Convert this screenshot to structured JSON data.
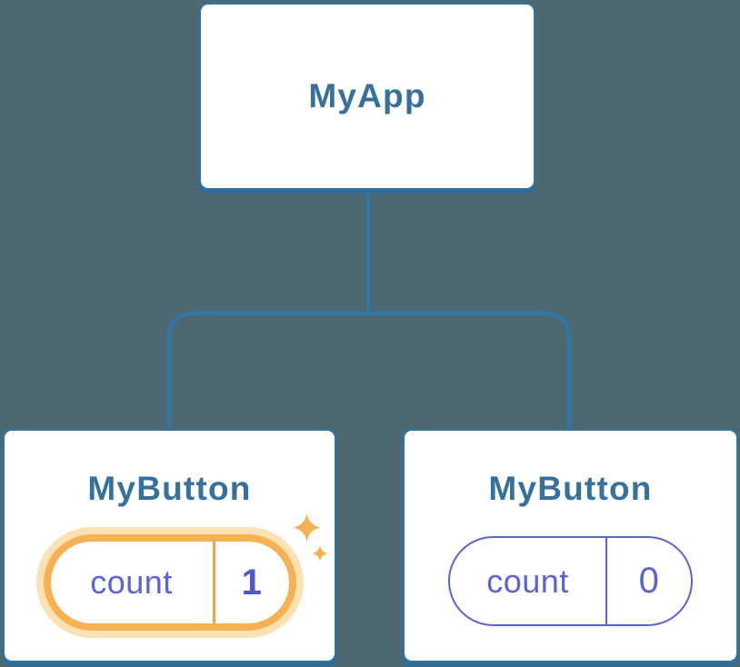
{
  "tree": {
    "root": {
      "label": "MyApp"
    },
    "children": [
      {
        "label": "MyButton",
        "state": {
          "key": "count",
          "value": "1"
        },
        "highlighted": true
      },
      {
        "label": "MyButton",
        "state": {
          "key": "count",
          "value": "0"
        },
        "highlighted": false
      }
    ]
  },
  "icons": {
    "sparkle_large": "four-point-star",
    "sparkle_small": "four-point-star"
  },
  "colors": {
    "background": "#4C6972",
    "node_border": "#2E74A6",
    "connector_line": "#2E77A8",
    "node_heading": "#36719E",
    "state_label": "#5A63D8",
    "state_value_highlighted": "#4F58C9",
    "state_pill_border": "#5B63D6",
    "highlight_ring": "#F6B152",
    "highlight_halo": "#FBE2B4"
  }
}
